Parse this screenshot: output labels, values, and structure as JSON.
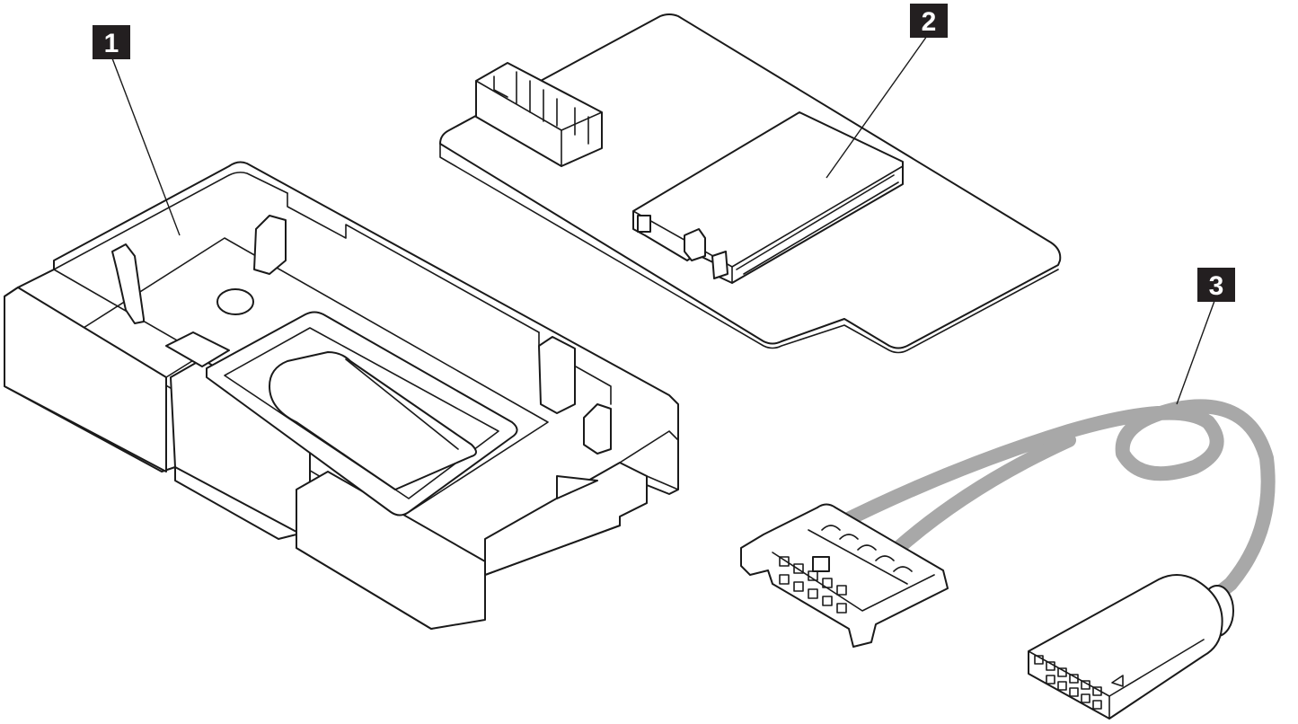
{
  "callouts": [
    {
      "id": "1",
      "label": "1"
    },
    {
      "id": "2",
      "label": "2"
    },
    {
      "id": "3",
      "label": "3"
    }
  ],
  "colors": {
    "line": "#1a1a1a",
    "callout_bg": "#231f20",
    "callout_text": "#ffffff",
    "cable": "#a8a8a8",
    "background": "#ffffff"
  }
}
